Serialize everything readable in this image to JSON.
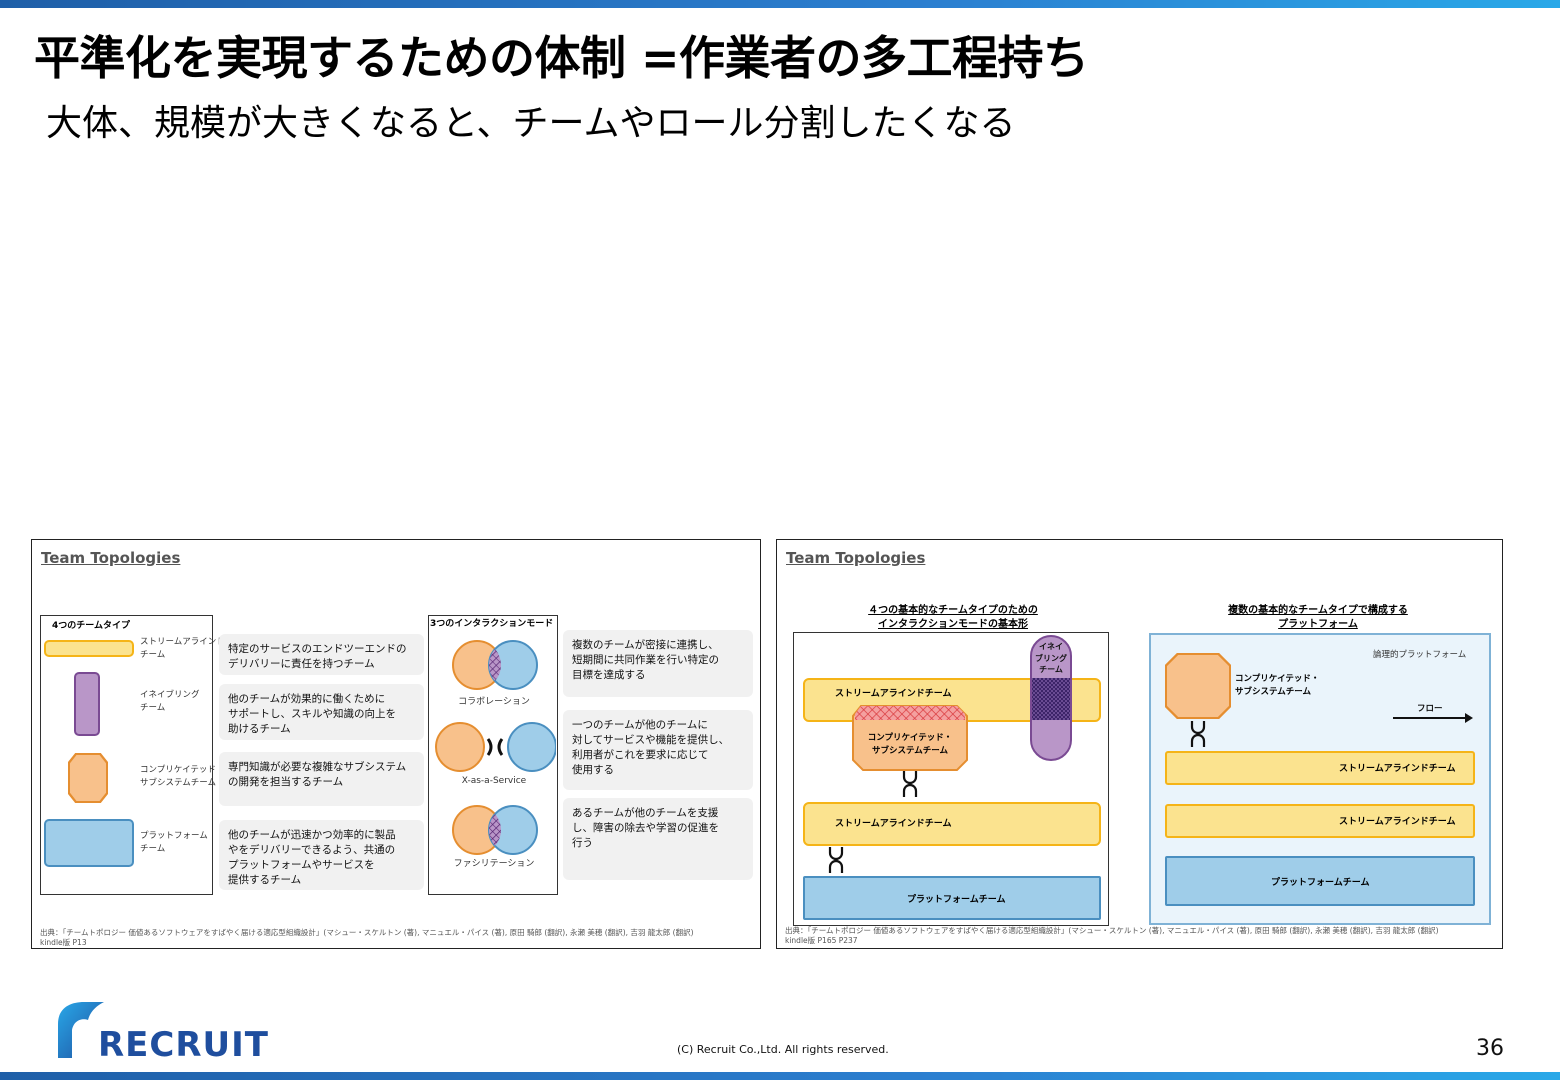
{
  "slide": {
    "title": "平準化を実現するための体制 =作業者の多工程持ち",
    "subtitle": "大体、規模が大きくなると、チームやロール分割したくなる",
    "page_number": "36",
    "copyright": "(C) Recruit Co.,Ltd. All rights reserved."
  },
  "logo": {
    "text": "RECRUIT",
    "color": "#1f4e9e"
  },
  "left_panel": {
    "heading": "Team Topologies",
    "team_types_title": "4つのチームタイプ",
    "team_types": [
      {
        "label": "ストリームアラインド\nチーム",
        "description": "特定のサービスのエンドツーエンドの\nデリバリーに責任を持つチーム"
      },
      {
        "label": "イネイブリング\nチーム",
        "description": "他のチームが効果的に働くために\nサポートし、スキルや知識の向上を\n助けるチーム"
      },
      {
        "label": "コンプリケイテッド・\nサブシステムチーム",
        "description": "専門知識が必要な複雑なサブシステム\nの開発を担当するチーム"
      },
      {
        "label": "プラットフォーム\nチーム",
        "description": "他のチームが迅速かつ効率的に製品\nやをデリバリーできるよう、共通の\nプラットフォームやサービスを\n提供するチーム"
      }
    ],
    "modes_title": "3つのインタラクションモード",
    "modes": [
      {
        "label": "コラボレーション",
        "description": "複数のチームが密接に連携し、\n短期間に共同作業を行い特定の\n目標を達成する"
      },
      {
        "label": "X-as-a-Service",
        "description": "一つのチームが他のチームに\n対してサービスや機能を提供し、\n利用者がこれを要求に応じて\n使用する"
      },
      {
        "label": "ファシリテーション",
        "description": "あるチームが他のチームを支援\nし、障害の除去や学習の促進を\n行う"
      }
    ],
    "source": "出典：「チームトポロジー 価値あるソフトウェアをすばやく届ける適応型組織設計」(マシュー・スケルトン (著), マニュエル・パイス (著), 原田 騎郎 (翻訳), 永瀬 美穂 (翻訳), 吉羽 龍太郎 (翻訳)\nkindle版 P13"
  },
  "right_panel": {
    "heading": "Team Topologies",
    "diagram1_title": "４つの基本的なチームタイプのための\nインタラクションモードの基本形",
    "diagram2_title": "複数の基本的なチームタイプで構成する\nプラットフォーム",
    "d1": {
      "enabling": "イネイ\nブリング\nチーム",
      "stream1": "ストリームアラインドチーム",
      "complicated": "コンプリケイテッド・\nサブシステムチーム",
      "stream2": "ストリームアラインドチーム",
      "platform": "プラットフォームチーム"
    },
    "d2": {
      "logical_platform": "論理的プラットフォーム",
      "complicated": "コンプリケイテッド・\nサブシステムチーム",
      "flow": "フロー",
      "stream1": "ストリームアラインドチーム",
      "stream2": "ストリームアラインドチーム",
      "platform": "プラットフォームチーム"
    },
    "source": "出典：「チームトポロジー 価値あるソフトウェアをすばやく届ける適応型組織設計」(マシュー・スケルトン (著), マニュエル・パイス (著), 原田 騎郎 (翻訳), 永瀬 美穂 (翻訳), 吉羽 龍太郎 (翻訳)\nkindle版 P165 P237"
  },
  "colors": {
    "stream": "#fbe38f",
    "enabling": "#b996c8",
    "complicated": "#f8c18b",
    "platform": "#9fcde9",
    "accent": "#1f5fa8"
  }
}
